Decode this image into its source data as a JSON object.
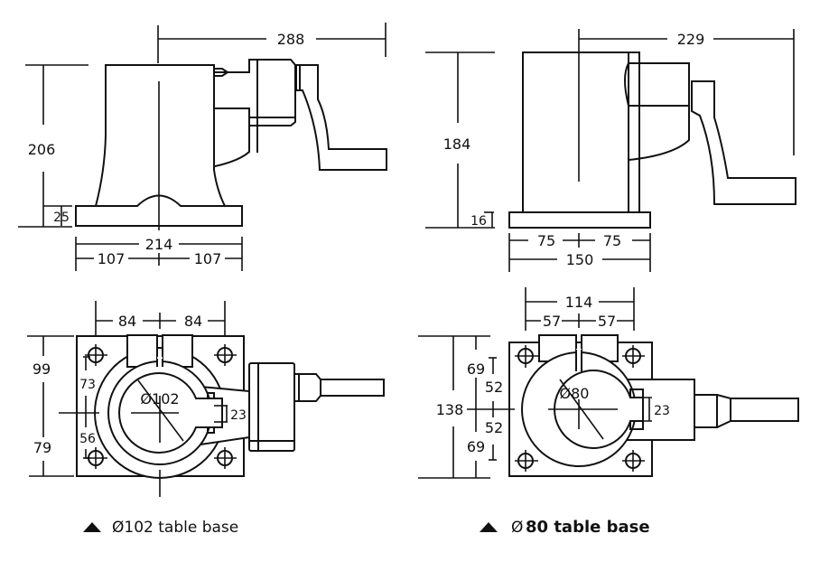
{
  "colors": {
    "line": "#111111",
    "background": "#ffffff"
  },
  "views": {
    "side_102": {
      "overall_length": "288",
      "height": "206",
      "base_thickness": "25",
      "base_width": "214",
      "half_left": "107",
      "half_right": "107"
    },
    "side_80": {
      "overall_length": "229",
      "height": "184",
      "base_thickness": "16",
      "half_left": "75",
      "half_right": "75",
      "base_width": "150"
    },
    "plan_102": {
      "hole_left": "84",
      "hole_right": "84",
      "upper": "99",
      "lower": "79",
      "hole_upper": "73",
      "hole_lower": "56",
      "bore": "Ø102",
      "key_width": "23",
      "caption_marker": "triangle-icon",
      "caption": "Ø102 table base"
    },
    "plan_80": {
      "total_width": "114",
      "hole_left": "57",
      "hole_right": "57",
      "total_height": "138",
      "upper_outer": "69",
      "upper_inner": "52",
      "lower_inner": "52",
      "lower_outer": "69",
      "bore": "Ø80",
      "key_width": "23",
      "caption_marker": "triangle-icon",
      "caption_symbol": "Ø",
      "caption": "80 table base"
    }
  }
}
